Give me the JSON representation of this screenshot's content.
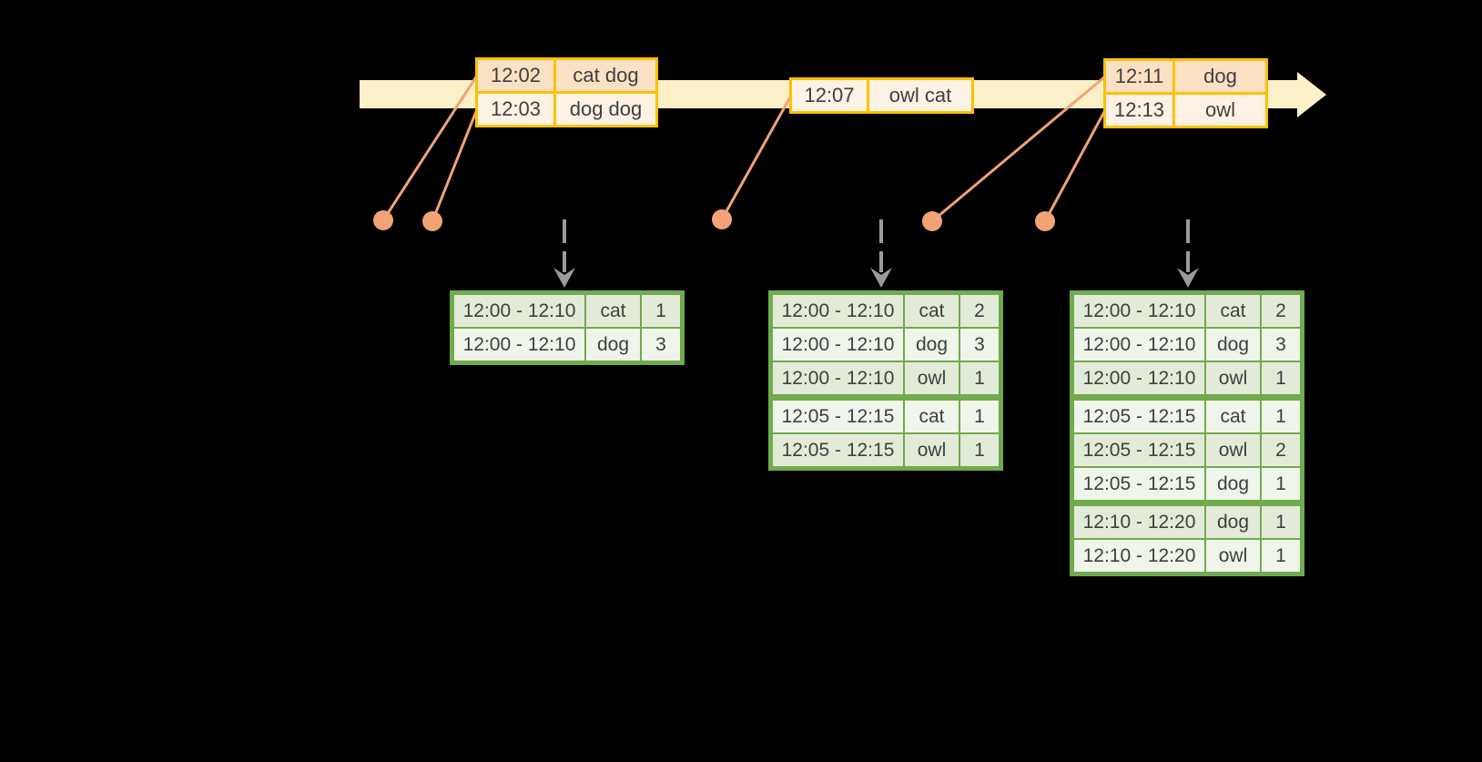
{
  "diagram": {
    "kind": "event-time windowed word-count stream diagram",
    "background": "#000000"
  },
  "colors": {
    "timeline_fill": "#FBF0C7",
    "event_table_border": "#FFC000",
    "event_row_dark": "#FAE1C4",
    "event_row_light": "#FDF2E3",
    "result_table_border": "#70AB4D",
    "result_row_dark": "#E2EBD8",
    "result_row_light": "#EFF5EA",
    "event_dot": "#F1A376",
    "trigger_arrow": "#9B9B9B",
    "text": "#3F3F3F"
  },
  "event_tables": [
    {
      "id": "events-left",
      "rows": [
        {
          "time": "12:02",
          "words": "cat dog",
          "tint": "row-dark"
        },
        {
          "time": "12:03",
          "words": "dog dog",
          "tint": "row-light"
        }
      ]
    },
    {
      "id": "events-middle",
      "rows": [
        {
          "time": "12:07",
          "words": "owl cat",
          "tint": "row-light"
        }
      ]
    },
    {
      "id": "events-right",
      "rows": [
        {
          "time": "12:11",
          "words": "dog",
          "tint": "row-dark"
        },
        {
          "time": "12:13",
          "words": "owl",
          "tint": "row-light"
        }
      ]
    }
  ],
  "result_tables": [
    {
      "id": "result-1",
      "rows": [
        {
          "window": "12:00 - 12:10",
          "word": "cat",
          "count": "1",
          "tint": "row-dark"
        },
        {
          "window": "12:00 - 12:10",
          "word": "dog",
          "count": "3",
          "tint": "row-light"
        }
      ]
    },
    {
      "id": "result-2",
      "rows": [
        {
          "window": "12:00 - 12:10",
          "word": "cat",
          "count": "2",
          "tint": "row-dark"
        },
        {
          "window": "12:00 - 12:10",
          "word": "dog",
          "count": "3",
          "tint": "row-light"
        },
        {
          "window": "12:00 - 12:10",
          "word": "owl",
          "count": "1",
          "tint": "row-dark"
        },
        {
          "window": "12:05 - 12:15",
          "word": "cat",
          "count": "1",
          "tint": "row-light",
          "group_start": true
        },
        {
          "window": "12:05 - 12:15",
          "word": "owl",
          "count": "1",
          "tint": "row-dark"
        }
      ]
    },
    {
      "id": "result-3",
      "rows": [
        {
          "window": "12:00 - 12:10",
          "word": "cat",
          "count": "2",
          "tint": "row-dark"
        },
        {
          "window": "12:00 - 12:10",
          "word": "dog",
          "count": "3",
          "tint": "row-light"
        },
        {
          "window": "12:00 - 12:10",
          "word": "owl",
          "count": "1",
          "tint": "row-dark"
        },
        {
          "window": "12:05 - 12:15",
          "word": "cat",
          "count": "1",
          "tint": "row-light",
          "group_start": true
        },
        {
          "window": "12:05 - 12:15",
          "word": "owl",
          "count": "2",
          "tint": "row-dark"
        },
        {
          "window": "12:05 - 12:15",
          "word": "dog",
          "count": "1",
          "tint": "row-light"
        },
        {
          "window": "12:10 - 12:20",
          "word": "dog",
          "count": "1",
          "tint": "row-dark",
          "group_start": true
        },
        {
          "window": "12:10 - 12:20",
          "word": "owl",
          "count": "1",
          "tint": "row-light"
        }
      ]
    }
  ]
}
